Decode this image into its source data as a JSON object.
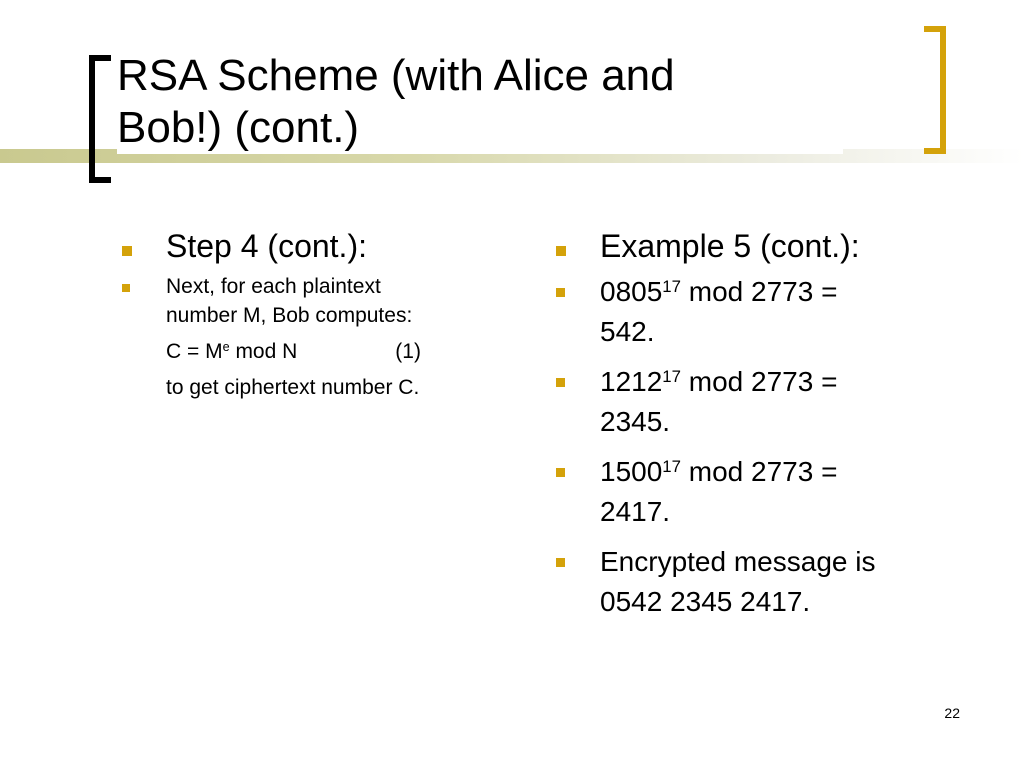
{
  "slide": {
    "title_line1": "RSA Scheme (with Alice and",
    "title_line2": "Bob!) (cont.)",
    "page_number": "22",
    "accent_color": "#d4a20a"
  },
  "left": {
    "heading": "Step 4 (cont.):",
    "sub_line1": "Next, for each plaintext",
    "sub_line2": "number M, Bob computes:",
    "formula_c": "C = M",
    "formula_exp": "e",
    "formula_rest": " mod N",
    "formula_number": "(1)",
    "conclusion": "to get ciphertext number C."
  },
  "right": {
    "heading": "Example 5 (cont.):",
    "items": [
      {
        "base": "0805",
        "exp": "17",
        "rest": " mod 2773 =",
        "result": "542."
      },
      {
        "base": "1212",
        "exp": "17",
        "rest": " mod 2773 =",
        "result": "2345."
      },
      {
        "base": "1500",
        "exp": "17",
        "rest": " mod 2773 =",
        "result": "2417."
      }
    ],
    "final_line1": "Encrypted message is",
    "final_line2": "0542 2345 2417."
  }
}
